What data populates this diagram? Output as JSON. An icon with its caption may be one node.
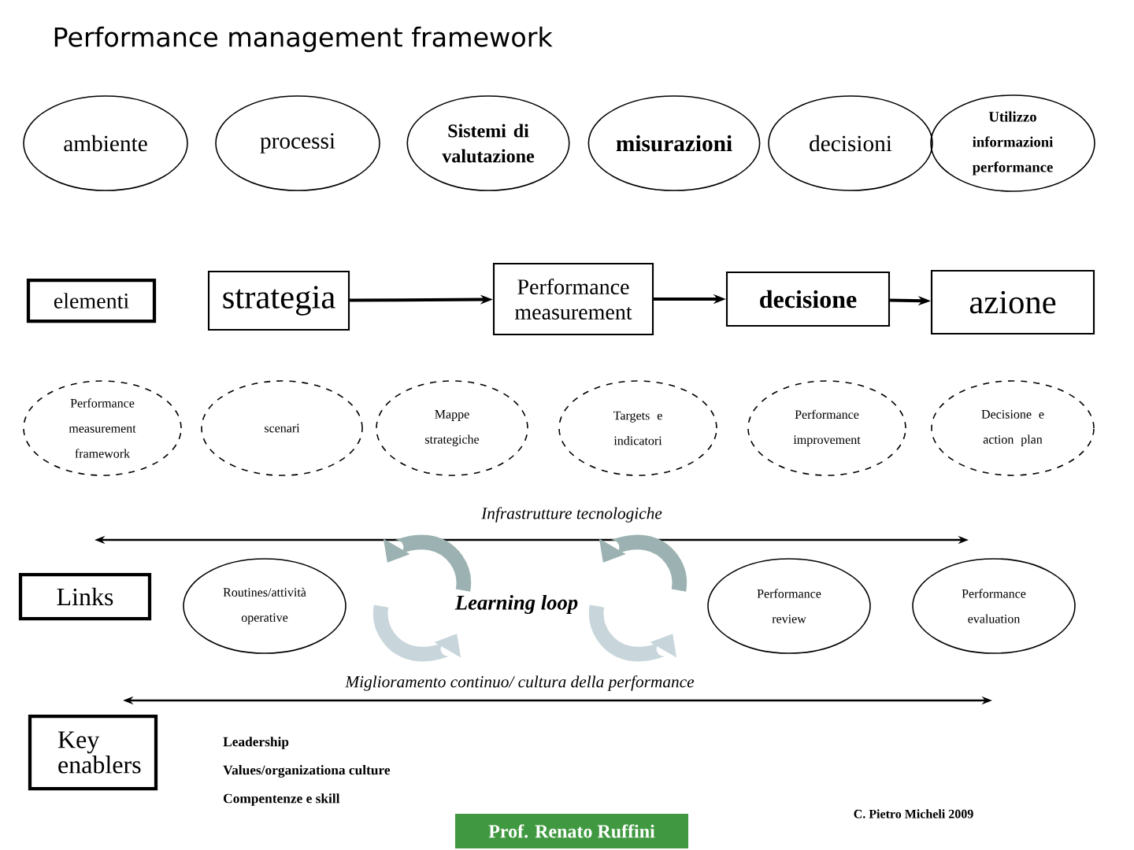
{
  "diagram": {
    "title": "Performance management framework",
    "nodes": [
      {
        "text": [
          "ambiente"
        ]
      },
      {
        "text": [
          "processi"
        ]
      },
      {
        "text": [
          "Sistemi di valutazione"
        ]
      },
      {
        "text": [
          "misurazioni"
        ]
      },
      {
        "text": [
          "decisioni"
        ]
      },
      {
        "text": [
          "Utilizzo informazioni performance"
        ]
      },
      {
        "text": [
          "elementi"
        ]
      },
      {
        "text": [
          "strategia"
        ]
      },
      {
        "text": [
          "Performance measurement"
        ]
      },
      {
        "text": [
          "decisione"
        ]
      },
      {
        "text": [
          "azione"
        ]
      },
      {
        "text": [
          "Performance measurement framework"
        ]
      },
      {
        "text": [
          "scenari"
        ]
      },
      {
        "text": [
          "Mappe strategiche"
        ]
      },
      {
        "text": [
          "Targets e indicatori"
        ]
      },
      {
        "text": [
          "Performance improvement"
        ]
      },
      {
        "text": [
          "Decisione e action plan"
        ]
      },
      {
        "text": [
          "Links"
        ]
      },
      {
        "text": [
          "Routines/attività operative"
        ]
      },
      {
        "text": [
          "Performance review"
        ]
      },
      {
        "text": [
          "Performance evaluation"
        ]
      },
      {
        "text": [
          "Key enablers"
        ]
      },
      {
        "text": [
          "Prof. Renato Ruffini"
        ]
      }
    ],
    "edges": [
      {
        "from": 7,
        "to": 8,
        "arrow": "to"
      },
      {
        "from": 8,
        "to": 9,
        "arrow": "to"
      },
      {
        "from": 9,
        "to": 10,
        "arrow": "to"
      }
    ],
    "labels": [
      "Infrastrutture tecnologiche",
      "Learning loop",
      "Miglioramento continuo/ cultura della performance",
      "Leadership",
      "Values/organizationa culture",
      "Compentenze e skill",
      "C. Pietro Micheli 2009"
    ]
  }
}
